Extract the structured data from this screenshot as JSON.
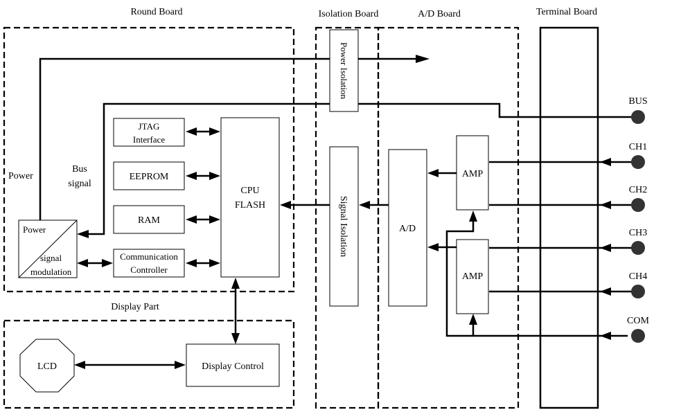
{
  "regions": {
    "round_board": "Round Board",
    "isolation_board": "Isolation Board",
    "ad_board": "A/D Board",
    "terminal_board": "Terminal Board",
    "display_part": "Display Part"
  },
  "labels": {
    "power": "Power",
    "bus_line1": "Bus",
    "bus_line2": "signal"
  },
  "blocks": {
    "jtag_line1": "JTAG",
    "jtag_line2": "Interface",
    "eeprom": "EEPROM",
    "ram": "RAM",
    "comm_line1": "Communication",
    "comm_line2": "Controller",
    "cpu_line1": "CPU",
    "cpu_line2": "FLASH",
    "psm_line1": "Power",
    "psm_line2": "signal",
    "psm_line3": "modulation",
    "power_isolation": "Power Isolation",
    "signal_isolation": "Signal Isolation",
    "ad": "A/D",
    "amp1": "AMP",
    "amp2": "AMP",
    "lcd": "LCD",
    "display_control": "Display Control"
  },
  "terminals": {
    "bus": "BUS",
    "ch1": "CH1",
    "ch2": "CH2",
    "ch3": "CH3",
    "ch4": "CH4",
    "com": "COM"
  }
}
